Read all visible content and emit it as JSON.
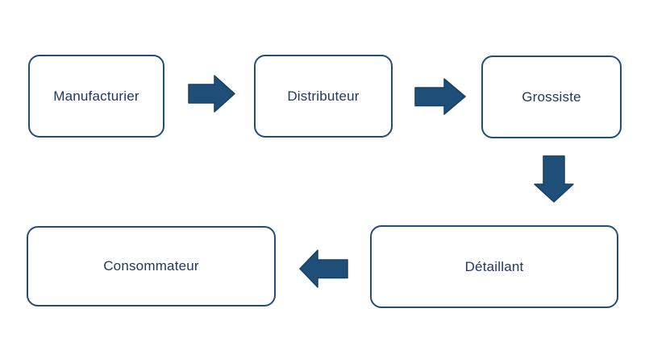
{
  "diagram": {
    "type": "flowchart",
    "description": "Distribution chain flow diagram",
    "nodes": [
      {
        "id": "manufacturier",
        "label": "Manufacturier"
      },
      {
        "id": "distributeur",
        "label": "Distributeur"
      },
      {
        "id": "grossiste",
        "label": "Grossiste"
      },
      {
        "id": "detaillant",
        "label": "Détaillant"
      },
      {
        "id": "consommateur",
        "label": "Consommateur"
      }
    ],
    "edges": [
      {
        "from": "manufacturier",
        "to": "distributeur",
        "direction": "right"
      },
      {
        "from": "distributeur",
        "to": "grossiste",
        "direction": "right"
      },
      {
        "from": "grossiste",
        "to": "detaillant",
        "direction": "down"
      },
      {
        "from": "detaillant",
        "to": "consommateur",
        "direction": "left"
      }
    ],
    "colors": {
      "background": "#FFFFFF",
      "box_fill": "#FFFFFF",
      "box_border": "#1F4E79",
      "arrow_fill": "#1F4E79",
      "arrow_border": "#16405F",
      "text": "#1F3864"
    }
  }
}
